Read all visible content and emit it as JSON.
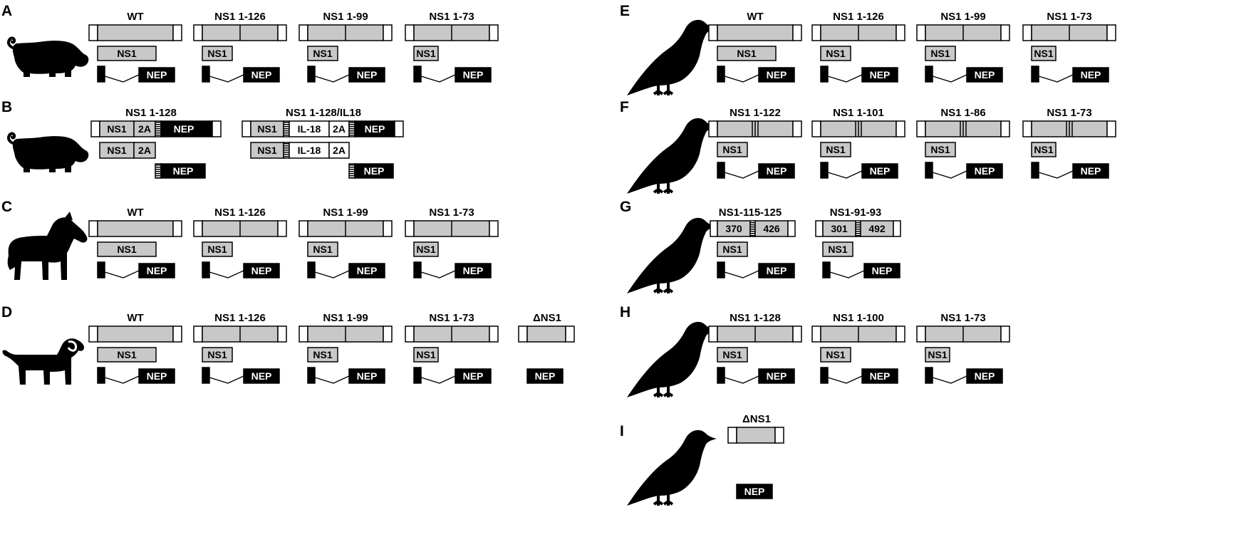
{
  "colors": {
    "segment_fill": "#c8c8c8",
    "nep_fill": "#000000",
    "outline": "#000000",
    "background": "#ffffff"
  },
  "panels": [
    {
      "letter": "A",
      "animal": "pig-icon",
      "constructs": [
        {
          "title": "WT",
          "kind": "std",
          "cuts": 0,
          "ns1": "NS1",
          "nep": "NEP"
        },
        {
          "title": "NS1 1-126",
          "kind": "std",
          "cuts": 1,
          "ns1": "NS1",
          "nep": "NEP"
        },
        {
          "title": "NS1 1-99",
          "kind": "std",
          "cuts": 1,
          "ns1": "NS1",
          "nep": "NEP"
        },
        {
          "title": "NS1 1-73",
          "kind": "std",
          "cuts": 1,
          "ns1": "NS1",
          "nep": "NEP"
        }
      ]
    },
    {
      "letter": "B",
      "animal": "pig-icon",
      "constructs": [
        {
          "title": "NS1 1-128",
          "kind": "2a",
          "parts": [
            "NS1",
            "2A",
            "NEP"
          ],
          "nep": "NEP"
        },
        {
          "title": "NS1 1-128/IL18",
          "kind": "il18",
          "parts": [
            "NS1",
            "IL-18",
            "2A",
            "NEP"
          ],
          "nep": "NEP"
        }
      ]
    },
    {
      "letter": "C",
      "animal": "horse-icon",
      "constructs": [
        {
          "title": "WT",
          "kind": "std",
          "cuts": 0,
          "ns1": "NS1",
          "nep": "NEP"
        },
        {
          "title": "NS1 1-126",
          "kind": "std",
          "cuts": 1,
          "ns1": "NS1",
          "nep": "NEP"
        },
        {
          "title": "NS1 1-99",
          "kind": "std",
          "cuts": 1,
          "ns1": "NS1",
          "nep": "NEP"
        },
        {
          "title": "NS1 1-73",
          "kind": "std",
          "cuts": 1,
          "ns1": "NS1",
          "nep": "NEP"
        }
      ]
    },
    {
      "letter": "D",
      "animal": "dog-icon",
      "constructs": [
        {
          "title": "WT",
          "kind": "std",
          "cuts": 0,
          "ns1": "NS1",
          "nep": "NEP"
        },
        {
          "title": "NS1 1-126",
          "kind": "std",
          "cuts": 1,
          "ns1": "NS1",
          "nep": "NEP"
        },
        {
          "title": "NS1 1-99",
          "kind": "std",
          "cuts": 1,
          "ns1": "NS1",
          "nep": "NEP"
        },
        {
          "title": "NS1 1-73",
          "kind": "std",
          "cuts": 1,
          "ns1": "NS1",
          "nep": "NEP"
        },
        {
          "title": "ΔNS1",
          "kind": "delta",
          "nep": "NEP"
        }
      ]
    },
    {
      "letter": "E",
      "animal": "bird-icon",
      "constructs": [
        {
          "title": "WT",
          "kind": "std",
          "cuts": 0,
          "ns1": "NS1",
          "nep": "NEP"
        },
        {
          "title": "NS1 1-126",
          "kind": "std",
          "cuts": 1,
          "ns1": "NS1",
          "nep": "NEP"
        },
        {
          "title": "NS1 1-99",
          "kind": "std",
          "cuts": 1,
          "ns1": "NS1",
          "nep": "NEP"
        },
        {
          "title": "NS1 1-73",
          "kind": "std",
          "cuts": 1,
          "ns1": "NS1",
          "nep": "NEP"
        }
      ]
    },
    {
      "letter": "F",
      "animal": "bird-icon",
      "constructs": [
        {
          "title": "NS1 1-122",
          "kind": "std",
          "cuts": 3,
          "ns1": "NS1",
          "nep": "NEP"
        },
        {
          "title": "NS1 1-101",
          "kind": "std",
          "cuts": 3,
          "ns1": "NS1",
          "nep": "NEP"
        },
        {
          "title": "NS1 1-86",
          "kind": "std",
          "cuts": 3,
          "ns1": "NS1",
          "nep": "NEP"
        },
        {
          "title": "NS1 1-73",
          "kind": "std",
          "cuts": 3,
          "ns1": "NS1",
          "nep": "NEP"
        }
      ]
    },
    {
      "letter": "G",
      "animal": "bird-icon",
      "constructs": [
        {
          "title": "NS1-115-125",
          "kind": "ins",
          "left": "370",
          "right": "426",
          "ns1": "NS1",
          "nep": "NEP"
        },
        {
          "title": "NS1-91-93",
          "kind": "ins",
          "left": "301",
          "right": "492",
          "ns1": "NS1",
          "nep": "NEP"
        }
      ]
    },
    {
      "letter": "H",
      "animal": "bird-icon",
      "constructs": [
        {
          "title": "NS1 1-128",
          "kind": "std",
          "cuts": 1,
          "ns1": "NS1",
          "nep": "NEP"
        },
        {
          "title": "NS1 1-100",
          "kind": "std",
          "cuts": 1,
          "ns1": "NS1",
          "nep": "NEP"
        },
        {
          "title": "NS1 1-73",
          "kind": "std",
          "cuts": 1,
          "ns1": "NS1",
          "nep": "NEP"
        }
      ]
    },
    {
      "letter": "I",
      "animal": "bird-icon",
      "constructs": [
        {
          "title": "ΔNS1",
          "kind": "delta",
          "nep": "NEP"
        }
      ]
    }
  ]
}
